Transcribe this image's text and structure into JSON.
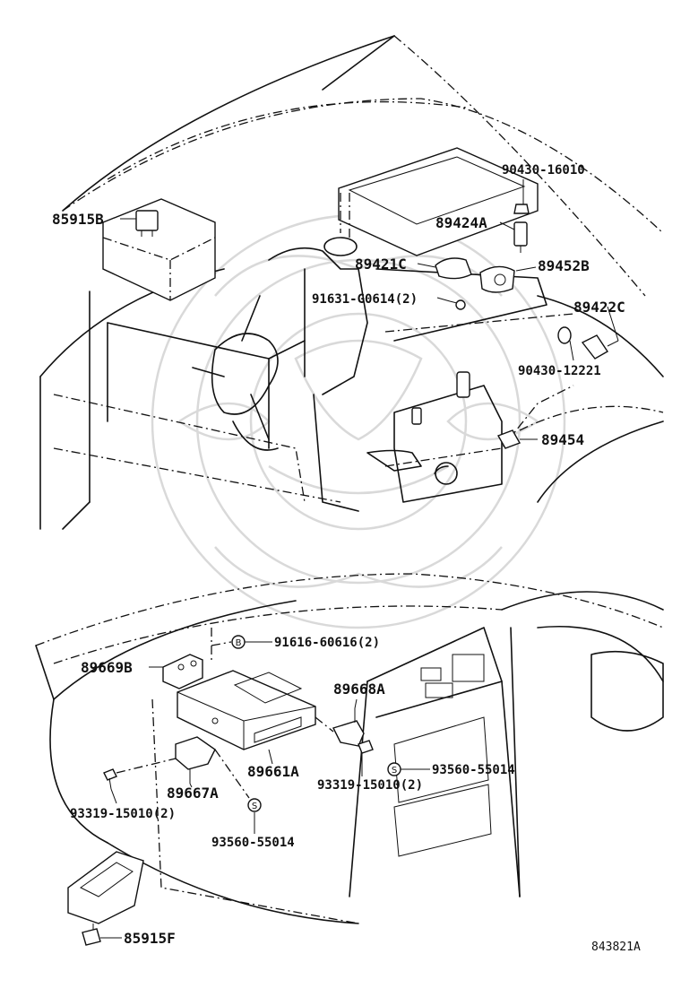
{
  "labels": {
    "p_90430_16010": "90430-16010",
    "p_85915B": "85915B",
    "p_89424A": "89424A",
    "p_89421C": "89421C",
    "p_89452B": "89452B",
    "p_91631": "91631-G0614(2)",
    "p_89422C": "89422C",
    "p_90430_12221": "90430-12221",
    "p_89454": "89454",
    "p_91616": "91616-60616(2)",
    "p_89669B": "89669B",
    "p_89668A": "89668A",
    "p_93560_right": "93560-55014",
    "p_89661A": "89661A",
    "p_93319_right": "93319-15010(2)",
    "p_89667A": "89667A",
    "p_93319_left": "93319-15010(2)",
    "p_93560_left": "93560-55014",
    "p_85915F": "85915F"
  },
  "symbols": {
    "bolt_b": "B",
    "screw_s1": "S",
    "screw_s2": "S"
  },
  "figure_code": "843821A",
  "icons": {
    "watermark": "crest-watermark-icon"
  }
}
